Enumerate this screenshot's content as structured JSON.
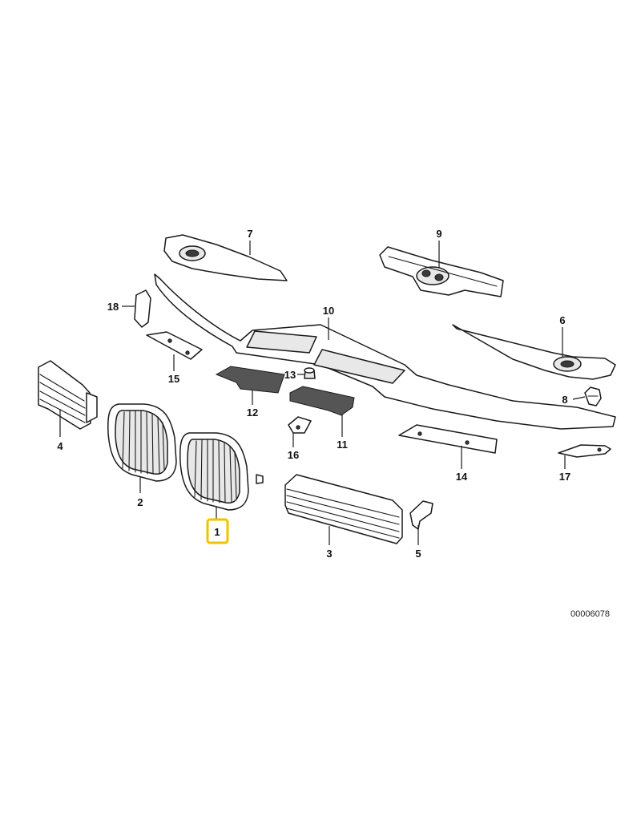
{
  "diagram": {
    "catalog_number": "00006078",
    "highlighted_part": "1",
    "highlight_color": "#f2c200",
    "callouts": [
      {
        "id": "1",
        "label": "1"
      },
      {
        "id": "2",
        "label": "2"
      },
      {
        "id": "3",
        "label": "3"
      },
      {
        "id": "4",
        "label": "4"
      },
      {
        "id": "5",
        "label": "5"
      },
      {
        "id": "6",
        "label": "6"
      },
      {
        "id": "7",
        "label": "7"
      },
      {
        "id": "8",
        "label": "8"
      },
      {
        "id": "9",
        "label": "9"
      },
      {
        "id": "10",
        "label": "10"
      },
      {
        "id": "11",
        "label": "11"
      },
      {
        "id": "12",
        "label": "12"
      },
      {
        "id": "13",
        "label": "13"
      },
      {
        "id": "14",
        "label": "14"
      },
      {
        "id": "15",
        "label": "15"
      },
      {
        "id": "16",
        "label": "16"
      },
      {
        "id": "17",
        "label": "17"
      },
      {
        "id": "18",
        "label": "18"
      }
    ]
  }
}
